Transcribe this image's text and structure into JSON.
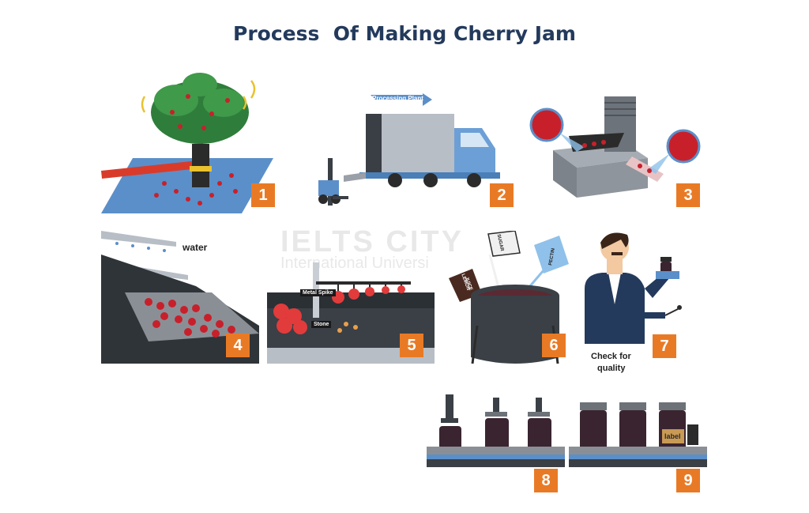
{
  "title": "Process  Of Making Cherry Jam",
  "steps": [
    {
      "number": "1"
    },
    {
      "number": "2",
      "sign": "Processing Plant"
    },
    {
      "number": "3"
    },
    {
      "number": "4",
      "label": "water"
    },
    {
      "number": "5",
      "spike": "Metal Spike",
      "stone": "Stone"
    },
    {
      "number": "6",
      "sugar": "SUGAR",
      "pectin": "PECTIN",
      "lemon1": "LEMON",
      "lemon2": "JUICE"
    },
    {
      "number": "7",
      "caption1": "Check for",
      "caption2": "quality"
    },
    {
      "number": "8"
    },
    {
      "number": "9",
      "label_text": "label"
    }
  ],
  "watermark": {
    "line1": "IELTS CITY",
    "line2": "International Universi"
  },
  "colors": {
    "title": "#233a5c",
    "badge": "#e97a25",
    "cherry": "#c8202b",
    "machine": "#8a8f96",
    "blue_mat": "#5b8fc9"
  }
}
